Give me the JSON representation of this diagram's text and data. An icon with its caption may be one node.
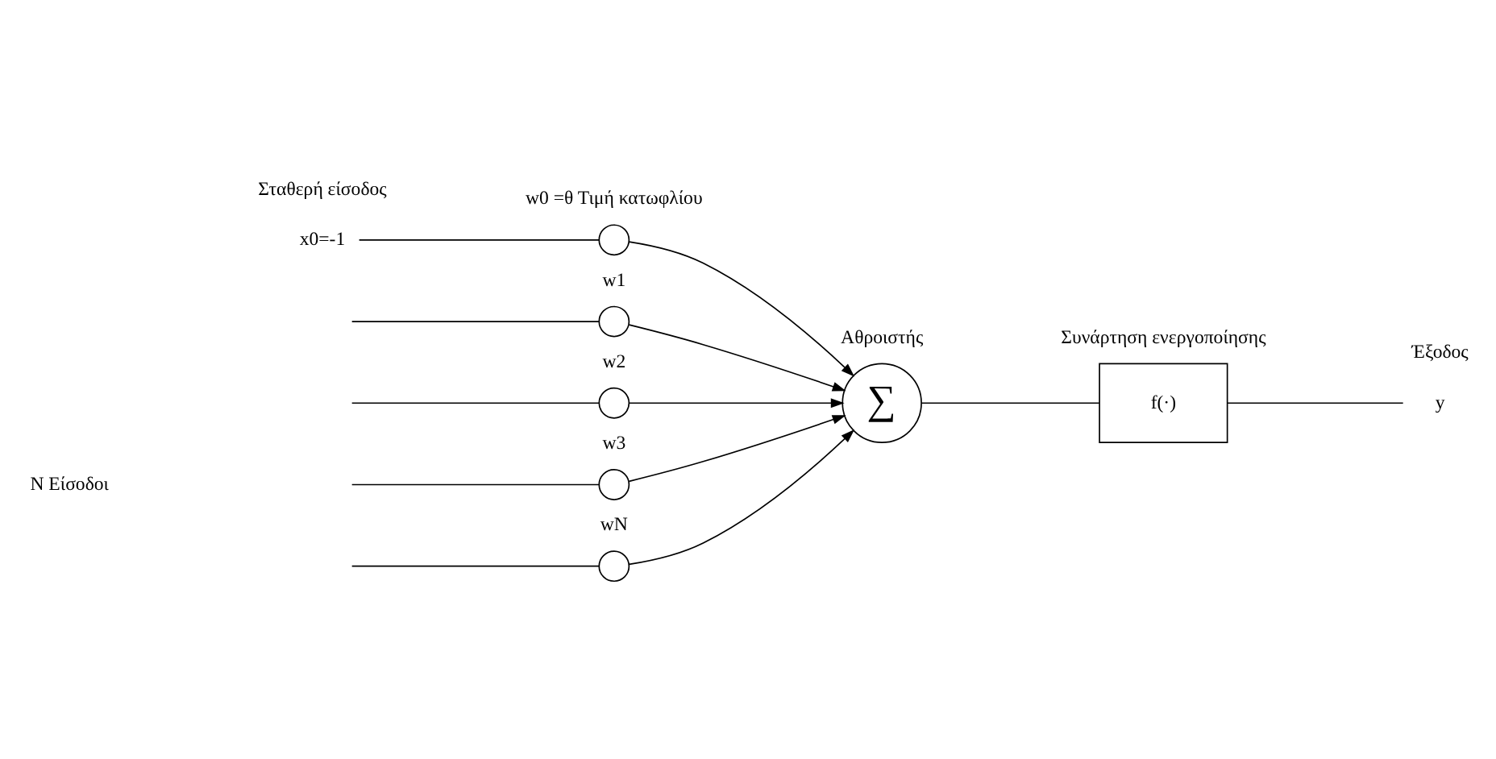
{
  "diagram": {
    "nodes": [
      {
        "text": [
          "x0=-1"
        ],
        "beside": [
          "Σταθερή είσοδος"
        ]
      },
      {
        "text": [],
        "shape": "circle",
        "beside": [
          "w0 =θ Τιμή κατωφλίου"
        ]
      },
      {
        "text": [],
        "shape": "circle",
        "beside": [
          "w1"
        ]
      },
      {
        "text": [],
        "shape": "circle",
        "beside": [
          "w2"
        ]
      },
      {
        "text": [],
        "shape": "circle",
        "beside": [
          "w3"
        ]
      },
      {
        "text": [],
        "shape": "circle",
        "beside": [
          "wN"
        ]
      },
      {
        "text": [
          "∑"
        ],
        "beside": [
          "Αθροιστής"
        ]
      },
      {
        "text": [
          "f(·)"
        ],
        "beside": [
          "Συνάρτηση ενεργοποίησης"
        ]
      },
      {
        "text": [
          "y"
        ],
        "beside": [
          "Έξοδος"
        ]
      }
    ],
    "edges": [
      {
        "from": 0,
        "to": 1,
        "arrow": "none"
      },
      {
        "from": null,
        "to": 2,
        "arrow": "none"
      },
      {
        "from": null,
        "to": 3,
        "arrow": "none"
      },
      {
        "from": null,
        "to": 4,
        "arrow": "none"
      },
      {
        "from": null,
        "to": 5,
        "arrow": "none"
      },
      {
        "from": 1,
        "to": 6,
        "arrow": "to"
      },
      {
        "from": 2,
        "to": 6,
        "arrow": "to"
      },
      {
        "from": 3,
        "to": 6,
        "arrow": "to"
      },
      {
        "from": 4,
        "to": 6,
        "arrow": "to"
      },
      {
        "from": 5,
        "to": 6,
        "arrow": "to"
      },
      {
        "from": 6,
        "to": 7,
        "arrow": "none"
      },
      {
        "from": 7,
        "to": 8,
        "arrow": "none"
      }
    ],
    "labels": [
      "Ν Είσοδοι"
    ]
  }
}
